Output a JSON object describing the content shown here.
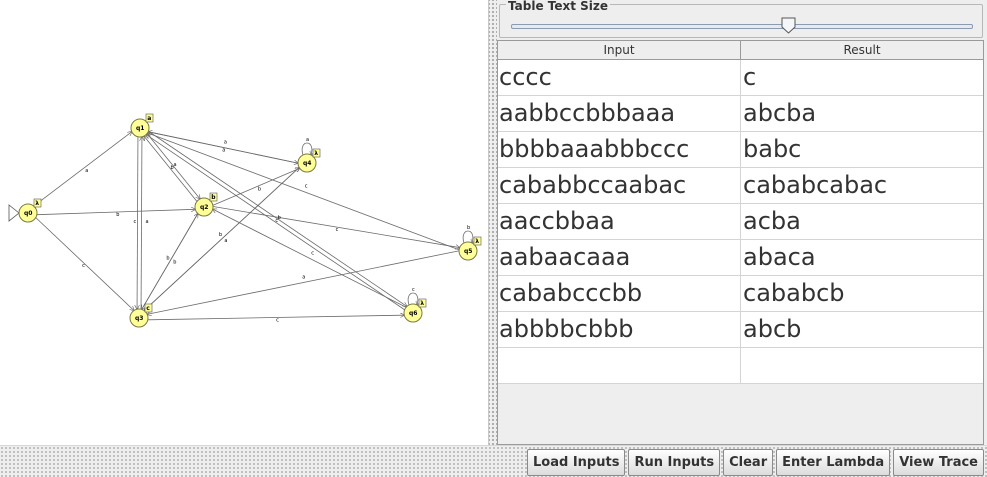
{
  "automaton": {
    "states": [
      {
        "id": "q0",
        "output": "λ",
        "initial": true
      },
      {
        "id": "q1",
        "output": "a"
      },
      {
        "id": "q2",
        "output": "b"
      },
      {
        "id": "q3",
        "output": "c"
      },
      {
        "id": "q4",
        "output": "λ"
      },
      {
        "id": "q5",
        "output": "λ"
      },
      {
        "id": "q6",
        "output": "λ"
      }
    ],
    "transition_labels": [
      "a",
      "b",
      "c",
      "a",
      "b",
      "c",
      "a",
      "b",
      "c",
      "a",
      "b",
      "c",
      "a",
      "b",
      "c",
      "a",
      "b",
      "c",
      "a",
      "b",
      "c"
    ]
  },
  "slider": {
    "title": "Table Text Size",
    "value_fraction": 0.6
  },
  "table": {
    "headers": [
      "Input",
      "Result"
    ],
    "rows": [
      [
        "cccc",
        "c"
      ],
      [
        "aabbccbbbaaa",
        "abcba"
      ],
      [
        "bbbbaaabbbccc",
        "babc"
      ],
      [
        "cababbccaabac",
        "cababcabac"
      ],
      [
        "aaccbbaa",
        "acba"
      ],
      [
        "aabaacaaa",
        "abaca"
      ],
      [
        "cababcccbb",
        "cababcb"
      ],
      [
        "abbbbcbbb",
        "abcb"
      ],
      [
        "",
        ""
      ]
    ]
  },
  "buttons": {
    "load_inputs": "Load Inputs",
    "run_inputs": "Run Inputs",
    "clear": "Clear",
    "enter_lambda": "Enter Lambda",
    "view_trace": "View Trace"
  }
}
